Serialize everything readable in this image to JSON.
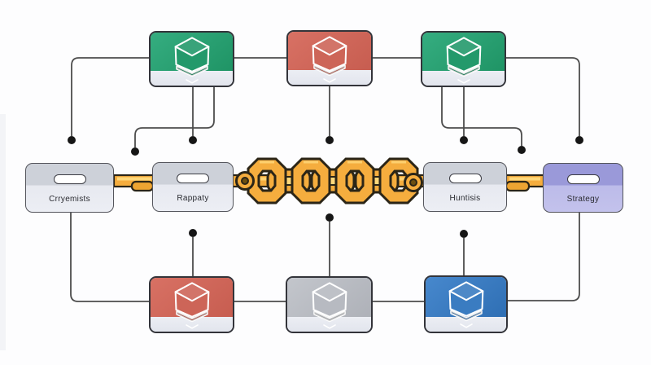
{
  "middle_row": [
    {
      "label": "Crryemists"
    },
    {
      "label": "Rappaty"
    },
    {
      "label": "Huntisis"
    },
    {
      "label": "Strategy"
    }
  ],
  "icons": {
    "top_row": [
      "cube-green",
      "cube-red",
      "cube-green"
    ],
    "bottom_row": [
      "cube-red",
      "cube-gray",
      "cube-blue"
    ],
    "center": "chain-links"
  },
  "colors": {
    "green_accent": "#2aa876",
    "red_accent": "#cf6458",
    "blue_accent": "#3a7cc1",
    "gray_accent": "#b7bac1",
    "purple_node": "#9a99d9",
    "gray_node": "#cdd1d9",
    "chain_gold": "#f5ad3e",
    "chain_outline": "#2b2517",
    "connector_line": "#4c4c4c",
    "dot": "#161616",
    "background": "#fdfdfe"
  }
}
